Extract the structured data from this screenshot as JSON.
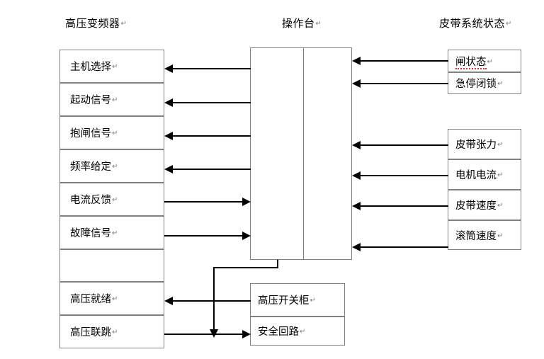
{
  "diagram": {
    "titles": {
      "left": "高压变频器",
      "center": "操作台",
      "right": "皮带系统状态"
    },
    "pilcrow": "↵",
    "left_column": {
      "name": "高压变频器",
      "rows": [
        {
          "label": "主机选择",
          "signal_direction": "in-from-console"
        },
        {
          "label": "起动信号",
          "signal_direction": "in-from-console"
        },
        {
          "label": "抱闸信号",
          "signal_direction": "in-from-console"
        },
        {
          "label": "频率给定",
          "signal_direction": "in-from-console"
        },
        {
          "label": "电流反馈",
          "signal_direction": "out-to-console"
        },
        {
          "label": "故障信号",
          "signal_direction": "out-to-console"
        },
        {
          "label": "",
          "signal_direction": "none"
        },
        {
          "label": "高压就绪",
          "signal_direction": "in-from-switchgear"
        },
        {
          "label": "高压联跳",
          "signal_direction": "out-to-safety-loop"
        }
      ]
    },
    "right_column": {
      "name": "皮带系统状态",
      "group_upper": [
        {
          "label": "闸状态",
          "misspelled": true,
          "signal_direction": "out-to-console"
        },
        {
          "label": "急停闭锁",
          "misspelled": false,
          "signal_direction": "out-to-console"
        }
      ],
      "group_lower": [
        {
          "label": "皮带张力",
          "signal_direction": "out-to-console"
        },
        {
          "label": "电机电流",
          "signal_direction": "out-to-console"
        },
        {
          "label": "皮带速度",
          "signal_direction": "out-to-console"
        },
        {
          "label": "滚筒速度",
          "signal_direction": "out-to-console"
        }
      ]
    },
    "center_console": {
      "label": "操作台",
      "has_vertical_divider": true
    },
    "bottom_boxes": [
      {
        "label": "高压开关柜",
        "signal_direction": "out-to-高压就绪"
      },
      {
        "label": "安全回路",
        "signal_direction": "in-from-高压联跳"
      }
    ],
    "colors": {
      "line": "#000000",
      "box_border": "#808080",
      "background": "#ffffff",
      "spellcheck": "#e03030"
    }
  }
}
